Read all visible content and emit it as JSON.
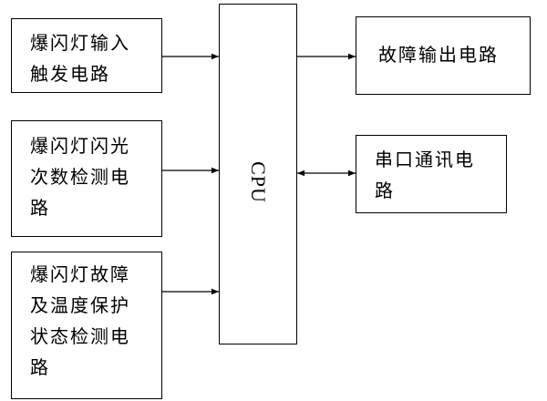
{
  "diagram": {
    "cpu": {
      "label": "CPU"
    },
    "blocks": {
      "flash_trigger_input": {
        "text": "爆闪灯输入\n触发电路"
      },
      "flash_count_detection": {
        "text": "爆闪灯闪光\n次数检测电\n路"
      },
      "fault_temp_protection": {
        "text": "爆闪灯故障\n及温度保护\n状态检测电\n路"
      },
      "fault_output": {
        "text": "故障输出电路"
      },
      "serial_comm": {
        "text": "串口通讯电\n路"
      }
    },
    "connections": [
      {
        "from": "flash_trigger_input",
        "to": "cpu",
        "direction": "one-way"
      },
      {
        "from": "flash_count_detection",
        "to": "cpu",
        "direction": "one-way"
      },
      {
        "from": "fault_temp_protection",
        "to": "cpu",
        "direction": "one-way"
      },
      {
        "from": "cpu",
        "to": "fault_output",
        "direction": "one-way"
      },
      {
        "from": "cpu",
        "to": "serial_comm",
        "direction": "two-way"
      }
    ],
    "colors": {
      "line": "#000000",
      "background": "#ffffff"
    }
  }
}
